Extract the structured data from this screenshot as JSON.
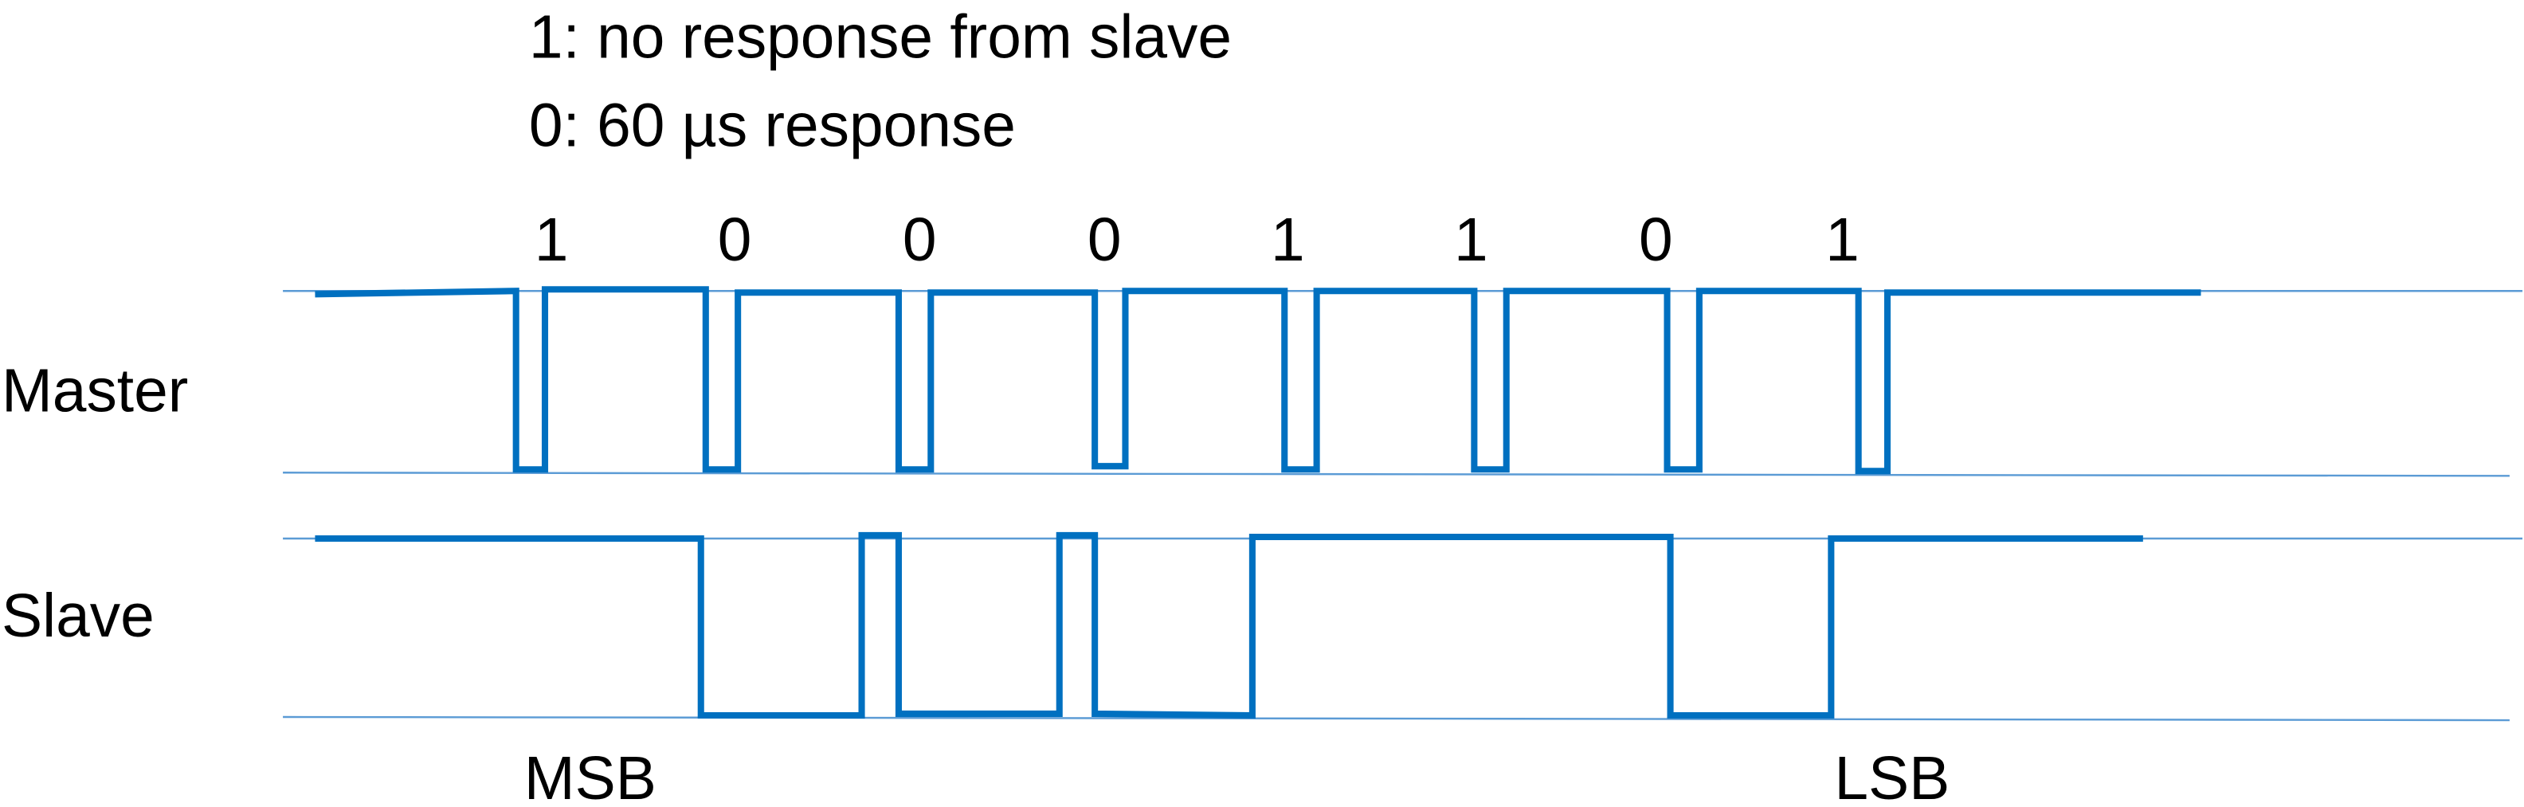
{
  "legend": {
    "line1": "1: no response from slave",
    "line2": "0: 60 µs response"
  },
  "bits": [
    "1",
    "0",
    "0",
    "0",
    "1",
    "1",
    "0",
    "1"
  ],
  "labels": {
    "master": "Master",
    "slave": "Slave",
    "msb": "MSB",
    "lsb": "LSB"
  },
  "colors": {
    "signal": "#0070c0",
    "reference_line": "#5b9bd5"
  }
}
